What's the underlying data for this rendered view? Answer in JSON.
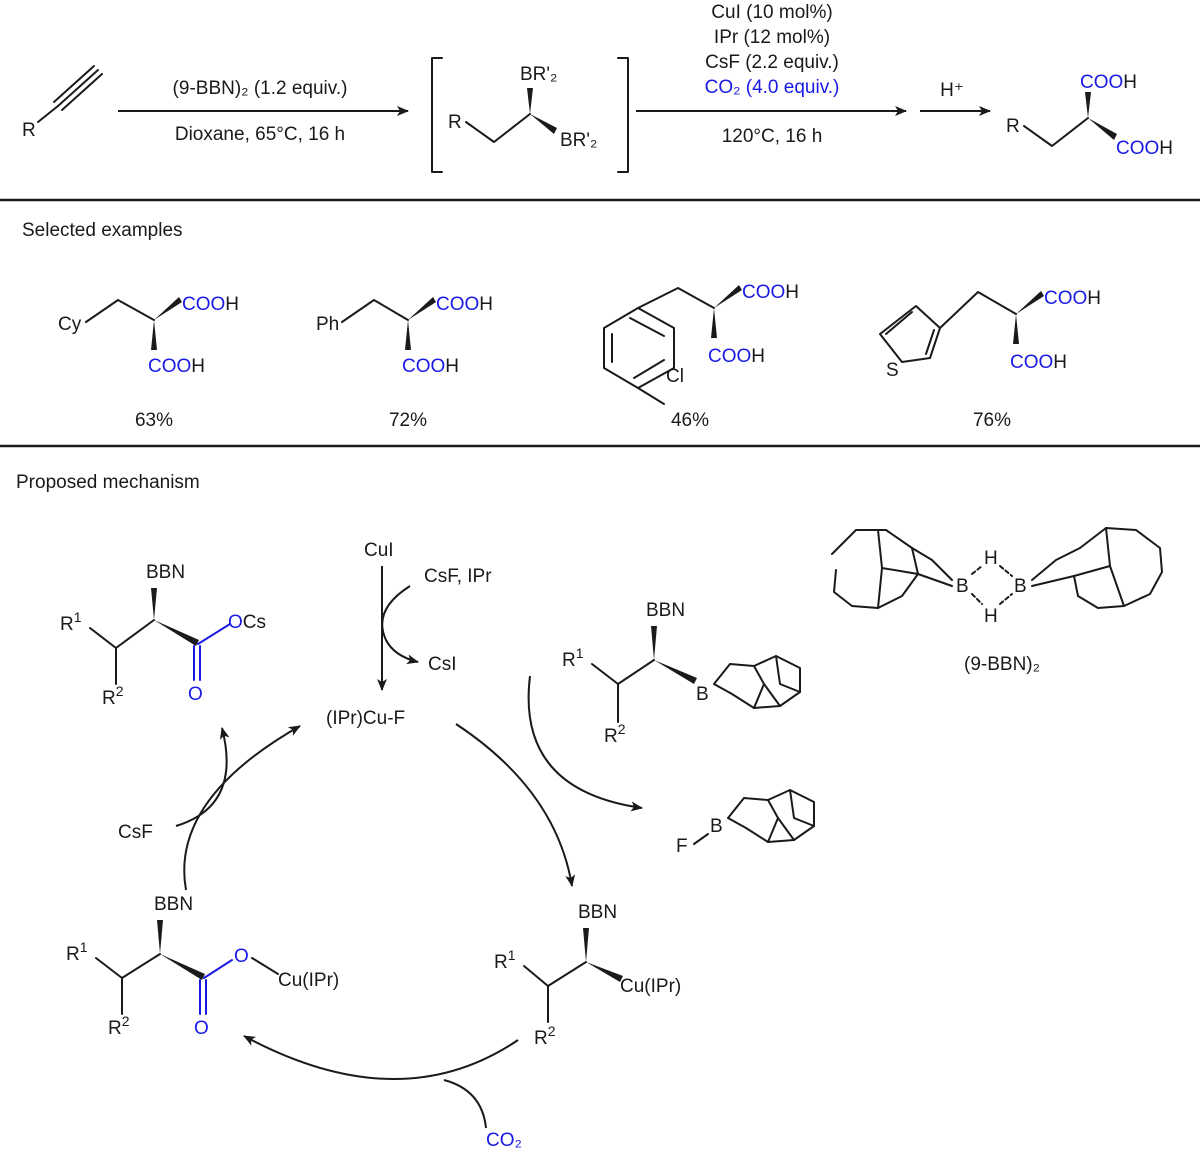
{
  "scheme": {
    "reactant_label": "R",
    "step1": {
      "above": "(9-BBN)₂ (1.2 equiv.)",
      "below": "Dioxane, 65°C, 16 h"
    },
    "intermediate": {
      "r": "R",
      "b1": "BR'₂",
      "b2": "BR'₂"
    },
    "step2": {
      "line1": "CuI (10 mol%)",
      "line2": "IPr (12 mol%)",
      "line3": "CsF (2.2 equiv.)",
      "line4": "CO₂ (4.0 equiv.)",
      "below": "120°C, 16 h"
    },
    "step3": {
      "above": "H⁺"
    },
    "product": {
      "r": "R",
      "cooh_top": "COOH",
      "cooh_bottom": "COOH"
    }
  },
  "examples": {
    "title": "Selected examples",
    "items": [
      {
        "substituent": "Cy",
        "yield": "63%"
      },
      {
        "substituent": "Ph",
        "yield": "72%"
      },
      {
        "substituent": "Cl",
        "yield": "46%"
      },
      {
        "substituent": "S",
        "yield": "76%"
      }
    ],
    "cooh": "COOH"
  },
  "mechanism": {
    "title": "Proposed mechanism",
    "cui": "CuI",
    "csf_ipr": "CsF, IPr",
    "csi": "CsI",
    "catalyst": "(IPr)Cu-F",
    "csf": "CsF",
    "co2": "CO₂",
    "bbn": "BBN",
    "b": "B",
    "f": "F",
    "h": "H",
    "r1": "R",
    "r2": "R",
    "sup1": "1",
    "sup2": "2",
    "ocs": "OCs",
    "o": "O",
    "cu_ipr": "Cu(IPr)",
    "dimer_label": "(9-BBN)₂"
  }
}
